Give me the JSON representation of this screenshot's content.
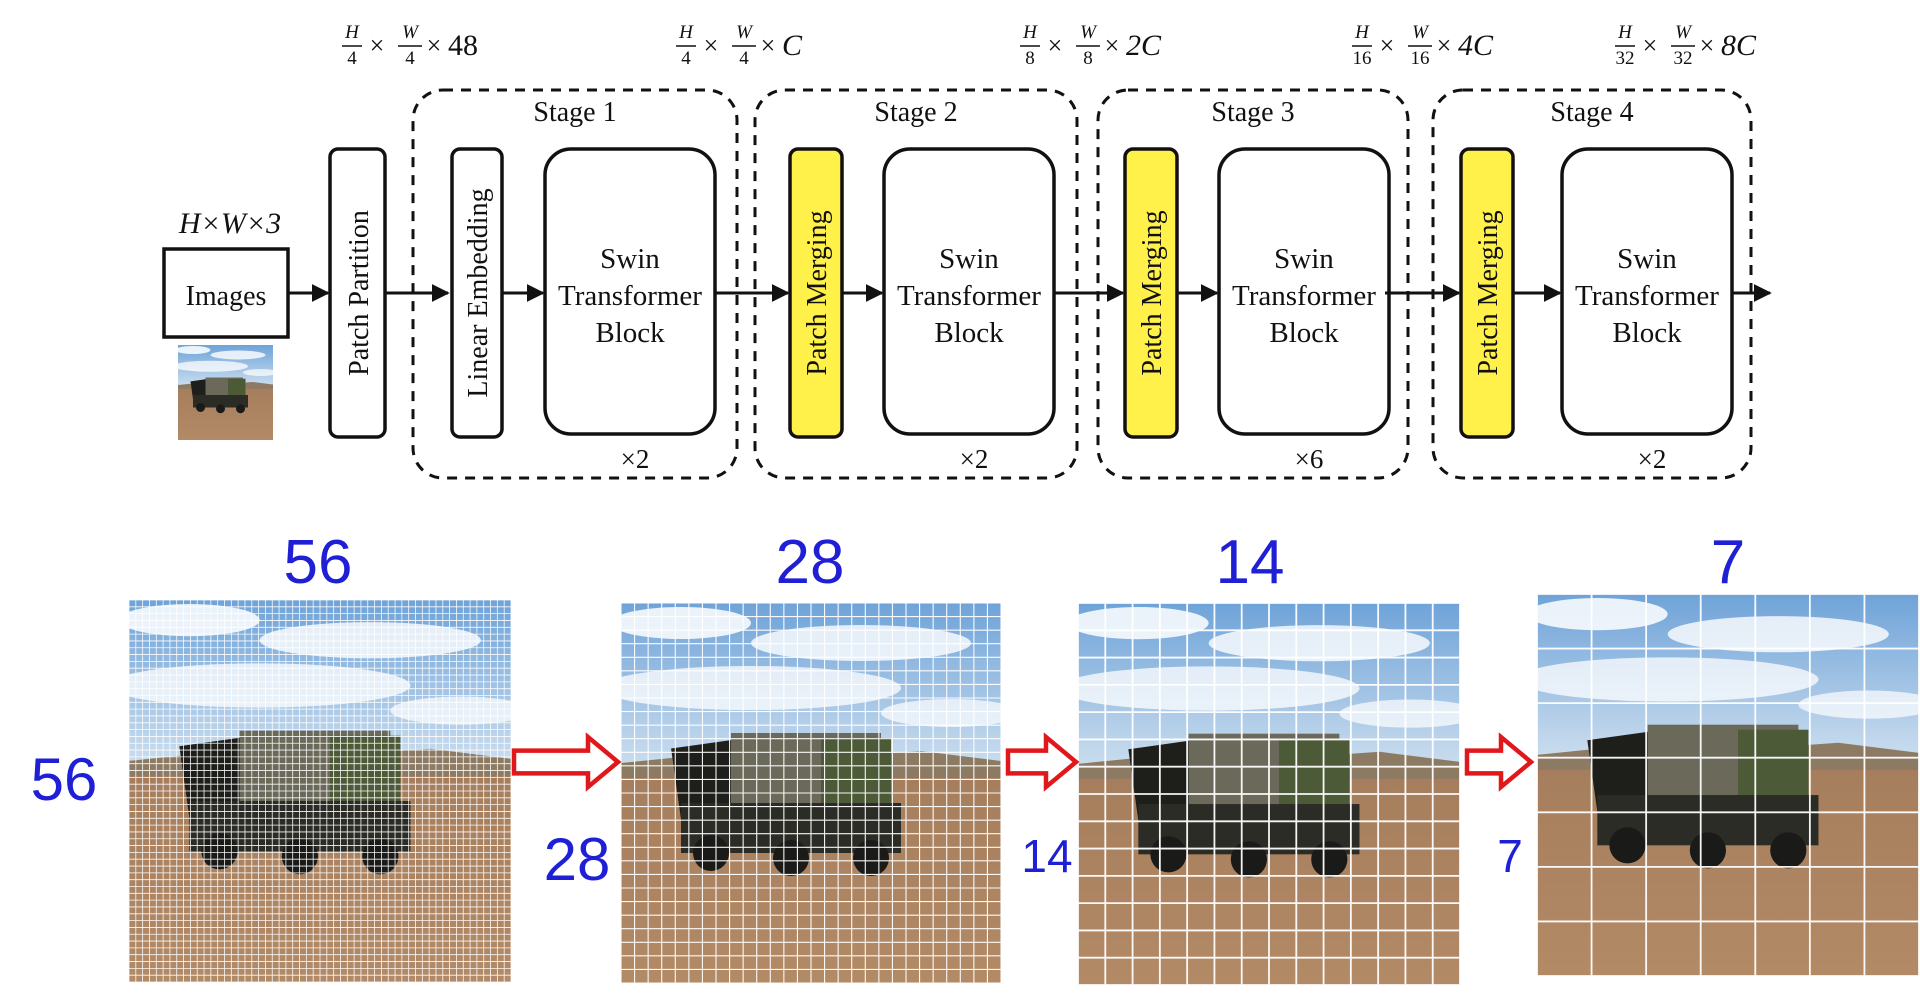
{
  "input": {
    "dim_label": "H×W×3",
    "box_label": "Images"
  },
  "pipeline": {
    "patch_partition": "Patch Partition",
    "linear_embedding": "Linear Embedding",
    "patch_merging": "Patch Merging",
    "swin_block": [
      "Swin",
      "Transformer",
      "Block"
    ]
  },
  "stages": [
    {
      "label": "Stage 1",
      "repeat": "×2",
      "dims": {
        "h": "H",
        "hd": "4",
        "w": "W",
        "wd": "4",
        "c": "C"
      }
    },
    {
      "label": "Stage 2",
      "repeat": "×2",
      "dims": {
        "h": "H",
        "hd": "8",
        "w": "W",
        "wd": "8",
        "c": "2C"
      }
    },
    {
      "label": "Stage 3",
      "repeat": "×6",
      "dims": {
        "h": "H",
        "hd": "16",
        "w": "W",
        "wd": "16",
        "c": "4C"
      }
    },
    {
      "label": "Stage 4",
      "repeat": "×2",
      "dims": {
        "h": "H",
        "hd": "32",
        "w": "W",
        "wd": "32",
        "c": "8C"
      }
    }
  ],
  "partition_dims": {
    "h": "H",
    "hd": "4",
    "w": "W",
    "wd": "4",
    "c": "48"
  },
  "grids": [
    {
      "top": "56",
      "side": "56",
      "cells": 56
    },
    {
      "top": "28",
      "side": "28",
      "cells": 28
    },
    {
      "top": "14",
      "side": "14",
      "cells": 14
    },
    {
      "top": "7",
      "side": "7",
      "cells": 7
    }
  ],
  "colors": {
    "merge_fill": "#fff04a",
    "grid_label": "#1f1fd6",
    "arrow": "#e0181c",
    "sky": "#8db8e0",
    "ground": "#a37c58"
  }
}
